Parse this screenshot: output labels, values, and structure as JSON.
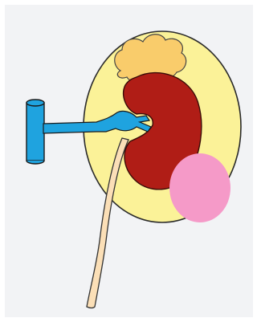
{
  "diagram": {
    "labels": [],
    "parts": [
      {
        "id": "fat-capsule",
        "color": "#fbf298"
      },
      {
        "id": "adrenal-gland",
        "color": "#f9cc6b"
      },
      {
        "id": "kidney",
        "color": "#b01d16"
      },
      {
        "id": "renal-vessel",
        "color": "#1fa3df"
      },
      {
        "id": "ureter",
        "color": "#fbdfb7"
      },
      {
        "id": "tumor-mass",
        "color": "#f59ac8"
      }
    ]
  }
}
